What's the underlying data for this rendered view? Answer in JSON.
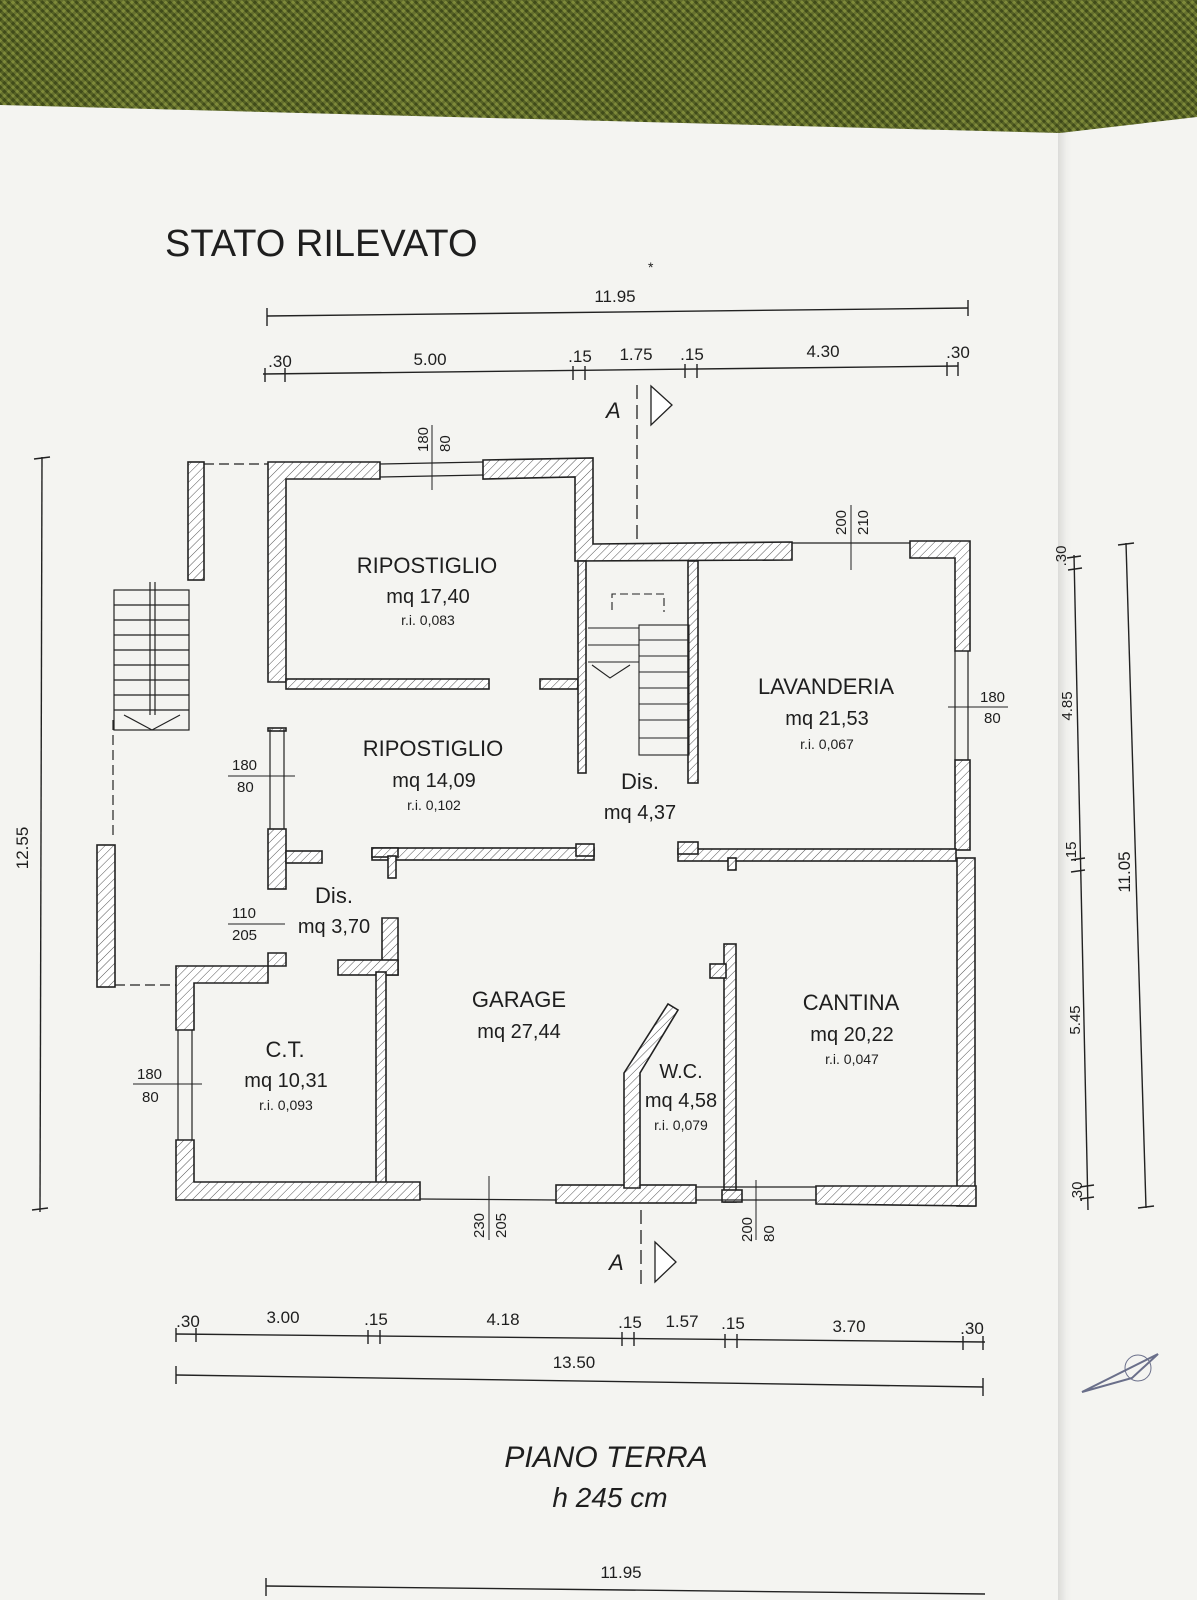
{
  "title": "STATO RILEVATO",
  "footer": {
    "floor": "PIANO TERRA",
    "height": "h 245 cm"
  },
  "section_mark": "A",
  "top_dims": {
    "overall": "11.95",
    "parts": [
      ".30",
      "5.00",
      ".15",
      "1.75",
      ".15",
      "4.30",
      ".30"
    ]
  },
  "bottom_dims": {
    "overall": "13.50",
    "parts": [
      ".30",
      "3.00",
      ".15",
      "4.18",
      ".15",
      "1.57",
      ".15",
      "3.70",
      ".30"
    ],
    "bottom_overall": "11.95"
  },
  "left_dim": "12.55",
  "right_dims": {
    "overall": "11.05",
    "parts": [
      ".30",
      "4.85",
      ".15",
      "5.45",
      ".30"
    ]
  },
  "openings": [
    {
      "w": "180",
      "h": "80"
    },
    {
      "w": "200",
      "h": "210"
    },
    {
      "w": "180",
      "h": "80"
    },
    {
      "w": "180",
      "h": "80"
    },
    {
      "w": "110",
      "h": "205"
    },
    {
      "w": "180",
      "h": "80"
    },
    {
      "w": "230",
      "h": "205"
    },
    {
      "w": "200",
      "h": "80"
    }
  ],
  "rooms": [
    {
      "name": "RIPOSTIGLIO",
      "area": "mq 17,40",
      "ri": "r.i. 0,083"
    },
    {
      "name": "RIPOSTIGLIO",
      "area": "mq 14,09",
      "ri": "r.i. 0,102"
    },
    {
      "name": "LAVANDERIA",
      "area": "mq 21,53",
      "ri": "r.i. 0,067"
    },
    {
      "name": "Dis.",
      "area": "mq 4,37",
      "ri": ""
    },
    {
      "name": "Dis.",
      "area": "mq 3,70",
      "ri": ""
    },
    {
      "name": "C.T.",
      "area": "mq 10,31",
      "ri": "r.i. 0,093"
    },
    {
      "name": "GARAGE",
      "area": "mq 27,44",
      "ri": ""
    },
    {
      "name": "W.C.",
      "area": "mq 4,58",
      "ri": "r.i. 0,079"
    },
    {
      "name": "CANTINA",
      "area": "mq 20,22",
      "ri": "r.i. 0,047"
    }
  ]
}
